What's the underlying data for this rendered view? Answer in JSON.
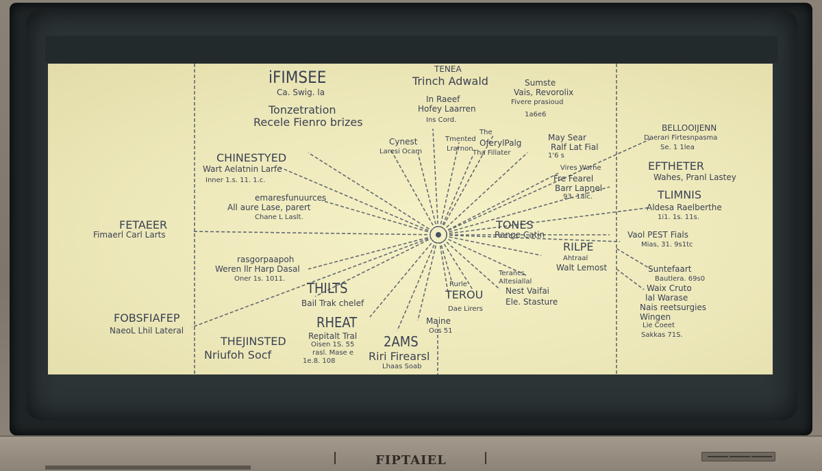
{
  "monitor": {
    "brand": "FIPTAIEL"
  },
  "colors": {
    "paper": "#f1edc0",
    "ink": "#3a4152",
    "bezel": "#8a8276"
  },
  "diagram": {
    "labels": [
      {
        "id": "top-left-title",
        "text": "iFIMSEE"
      },
      {
        "id": "top-left-sub",
        "text": "Ca. Swig. la"
      },
      {
        "id": "top-left-2a",
        "text": "Tonzetration"
      },
      {
        "id": "top-left-2b",
        "text": "Recele Fienro brizes"
      },
      {
        "id": "top-center-a",
        "text": "TENEA"
      },
      {
        "id": "top-center-b",
        "text": "Trinch Adwald"
      },
      {
        "id": "top-center-c",
        "text": "In Raeef"
      },
      {
        "id": "top-center-d",
        "text": "Hofey Laarren"
      },
      {
        "id": "top-center-e",
        "text": "Ins Cord."
      },
      {
        "id": "top-right-a",
        "text": "Sumste"
      },
      {
        "id": "top-right-b",
        "text": "Vais, Revorolix"
      },
      {
        "id": "top-right-c",
        "text": "Fivere prasioud"
      },
      {
        "id": "top-right-d",
        "text": "1a6e6"
      },
      {
        "id": "cynest-a",
        "text": "Cynest"
      },
      {
        "id": "cynest-b",
        "text": "Laresi Ocam"
      },
      {
        "id": "tmented-a",
        "text": "Tmented"
      },
      {
        "id": "tmented-b",
        "text": "Lrarnon"
      },
      {
        "id": "ofery-a",
        "text": "The"
      },
      {
        "id": "ofery-b",
        "text": "OferylPalg"
      },
      {
        "id": "ofery-c",
        "text": "Tha Fillater"
      },
      {
        "id": "maye-a",
        "text": "May Sear"
      },
      {
        "id": "maye-b",
        "text": "Ralf Lat Fial"
      },
      {
        "id": "maye-c",
        "text": "1'6 s"
      },
      {
        "id": "chinested-a",
        "text": "CHINESTYED"
      },
      {
        "id": "chinested-b",
        "text": "Wart Aelatnin Larfe"
      },
      {
        "id": "chinested-c",
        "text": "Inner 1.s. 11. 1.c."
      },
      {
        "id": "emarest-a",
        "text": "emaresfunuurces"
      },
      {
        "id": "emarest-b",
        "text": "All aure Lase, parert"
      },
      {
        "id": "emarest-c",
        "text": "Chane L Laslt."
      },
      {
        "id": "vires-a",
        "text": "Vires Warhe"
      },
      {
        "id": "vires-b",
        "text": "Fre Fearel"
      },
      {
        "id": "vires-c",
        "text": "Barr Lapnel"
      },
      {
        "id": "vires-d",
        "text": "93. 1alc."
      },
      {
        "id": "fetaeer-a",
        "text": "FETAEER"
      },
      {
        "id": "fetaeer-b",
        "text": "Fimaerl Carl Larts"
      },
      {
        "id": "tones-a",
        "text": "TONES"
      },
      {
        "id": "tones-b",
        "text": "Range Catin"
      },
      {
        "id": "rilpe-a",
        "text": "RILPE"
      },
      {
        "id": "rilpe-b",
        "text": "Ahtraal"
      },
      {
        "id": "rilpe-c",
        "text": "Walt Lemost"
      },
      {
        "id": "resor-a",
        "text": "rasgorpaapoh"
      },
      {
        "id": "resor-b",
        "text": "Weren llr Harp Dasal"
      },
      {
        "id": "resor-c",
        "text": "Oner 1s. 1011."
      },
      {
        "id": "thilts-a",
        "text": "THILTS"
      },
      {
        "id": "thilts-b",
        "text": "Bail Trak chelef"
      },
      {
        "id": "rurle-a",
        "text": "Rurle"
      },
      {
        "id": "rurle-b",
        "text": "TEROU"
      },
      {
        "id": "rurle-c",
        "text": "Dae Lirers"
      },
      {
        "id": "terancs-a",
        "text": "Terancs"
      },
      {
        "id": "terancs-b",
        "text": "Altesiallal"
      },
      {
        "id": "terancs-c",
        "text": "Nest Vaifai"
      },
      {
        "id": "terancs-d",
        "text": "Ele. Stasture"
      },
      {
        "id": "fobs-a",
        "text": "FOBSFIAFEP"
      },
      {
        "id": "fobs-b",
        "text": "NaeoL Lhil Lateral"
      },
      {
        "id": "rheat-a",
        "text": "RHEAT"
      },
      {
        "id": "rheat-b",
        "text": "Repitalt Tral"
      },
      {
        "id": "rheat-c",
        "text": "Oisen 1S. 55"
      },
      {
        "id": "rheat-d",
        "text": "rasl. Mase e"
      },
      {
        "id": "rheat-e",
        "text": "1e.8. 108"
      },
      {
        "id": "maine-a",
        "text": "Maine"
      },
      {
        "id": "maine-b",
        "text": "Ocs 51"
      },
      {
        "id": "twhint-a",
        "text": "THEJINSTED"
      },
      {
        "id": "twhint-b",
        "text": "Nriufoh Socf"
      },
      {
        "id": "zams-a",
        "text": "2AMS"
      },
      {
        "id": "zams-b",
        "text": "Riri Firearsl"
      },
      {
        "id": "zams-c",
        "text": "Lhaas Soab"
      },
      {
        "id": "bell-a",
        "text": "BELLOOIJENN"
      },
      {
        "id": "bell-b",
        "text": "Daerari Firtesnpasma"
      },
      {
        "id": "bell-c",
        "text": "Se. 1 1lea"
      },
      {
        "id": "eft-a",
        "text": "EFTHETER"
      },
      {
        "id": "eft-b",
        "text": "Wahes, Pranl Lastey"
      },
      {
        "id": "tlim-a",
        "text": "TLIMNIS"
      },
      {
        "id": "tlim-b",
        "text": "Aldesa Raelberthe"
      },
      {
        "id": "tlim-c",
        "text": "1i1. 1s. 11s."
      },
      {
        "id": "vaol-a",
        "text": "Vaol PEST Fials"
      },
      {
        "id": "vaol-b",
        "text": "Mias, 31. 9s1tc"
      },
      {
        "id": "sunt-a",
        "text": "Suntefaart"
      },
      {
        "id": "sunt-b",
        "text": "Bautlera. 69s0"
      },
      {
        "id": "sunt-c",
        "text": "Waix Cruto"
      },
      {
        "id": "sunt-d",
        "text": "lal Warase"
      },
      {
        "id": "sunt-e",
        "text": "Nais reetsurgies"
      },
      {
        "id": "sunt-f",
        "text": "Wingen"
      },
      {
        "id": "sunt-g",
        "text": "Lie Coeet"
      },
      {
        "id": "sunt-h",
        "text": "Sakkas 71S."
      }
    ]
  }
}
